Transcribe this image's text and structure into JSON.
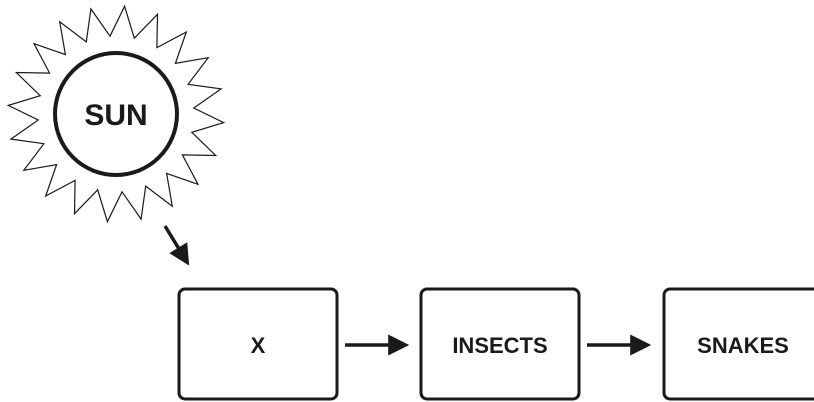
{
  "diagram": {
    "sun_label": "SUN",
    "nodes": [
      {
        "id": "x",
        "label": "X"
      },
      {
        "id": "insects",
        "label": "INSECTS"
      },
      {
        "id": "snakes",
        "label": "SNAKES"
      }
    ]
  },
  "colors": {
    "stroke": "#1a1a1a",
    "background": "#ffffff"
  }
}
